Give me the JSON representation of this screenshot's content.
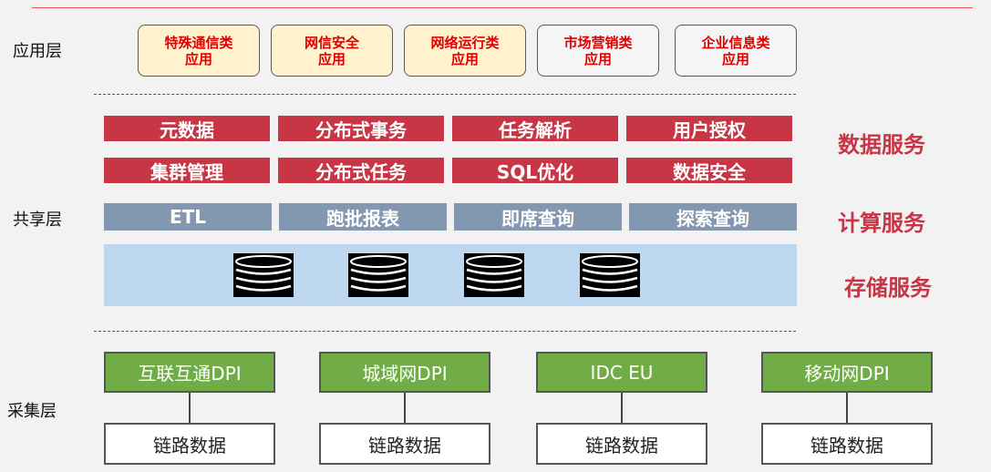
{
  "layers": {
    "app": "应用层",
    "shared": "共享层",
    "collect": "采集层"
  },
  "apps": [
    {
      "line1": "特殊通信类",
      "line2": "应用",
      "highlighted": true
    },
    {
      "line1": "网信安全",
      "line2": "应用",
      "highlighted": true
    },
    {
      "line1": "网络运行类",
      "line2": "应用",
      "highlighted": true
    },
    {
      "line1": "市场营销类",
      "line2": "应用",
      "highlighted": false
    },
    {
      "line1": "企业信息类",
      "line2": "应用",
      "highlighted": false
    }
  ],
  "data_services": {
    "row1": [
      "元数据",
      "分布式事务",
      "任务解析",
      "用户授权"
    ],
    "row2": [
      "集群管理",
      "分布式任务",
      "SQL优化",
      "数据安全"
    ],
    "label": "数据服务"
  },
  "compute_services": {
    "items": [
      "ETL",
      "跑批报表",
      "即席查询",
      "探索查询"
    ],
    "label": "计算服务"
  },
  "storage_service": {
    "label": "存储服务",
    "icon": "database-icon"
  },
  "collect": {
    "sources": [
      "互联互通DPI",
      "城域网DPI",
      "IDC EU",
      "移动网DPI"
    ],
    "links": [
      "链路数据",
      "链路数据",
      "链路数据",
      "链路数据"
    ]
  },
  "colors": {
    "accent_red": "#c83545",
    "app_fill": "#fff2cc",
    "compute_fill": "#8497b0",
    "storage_fill": "#bdd7ee",
    "source_fill": "#70ad47"
  }
}
